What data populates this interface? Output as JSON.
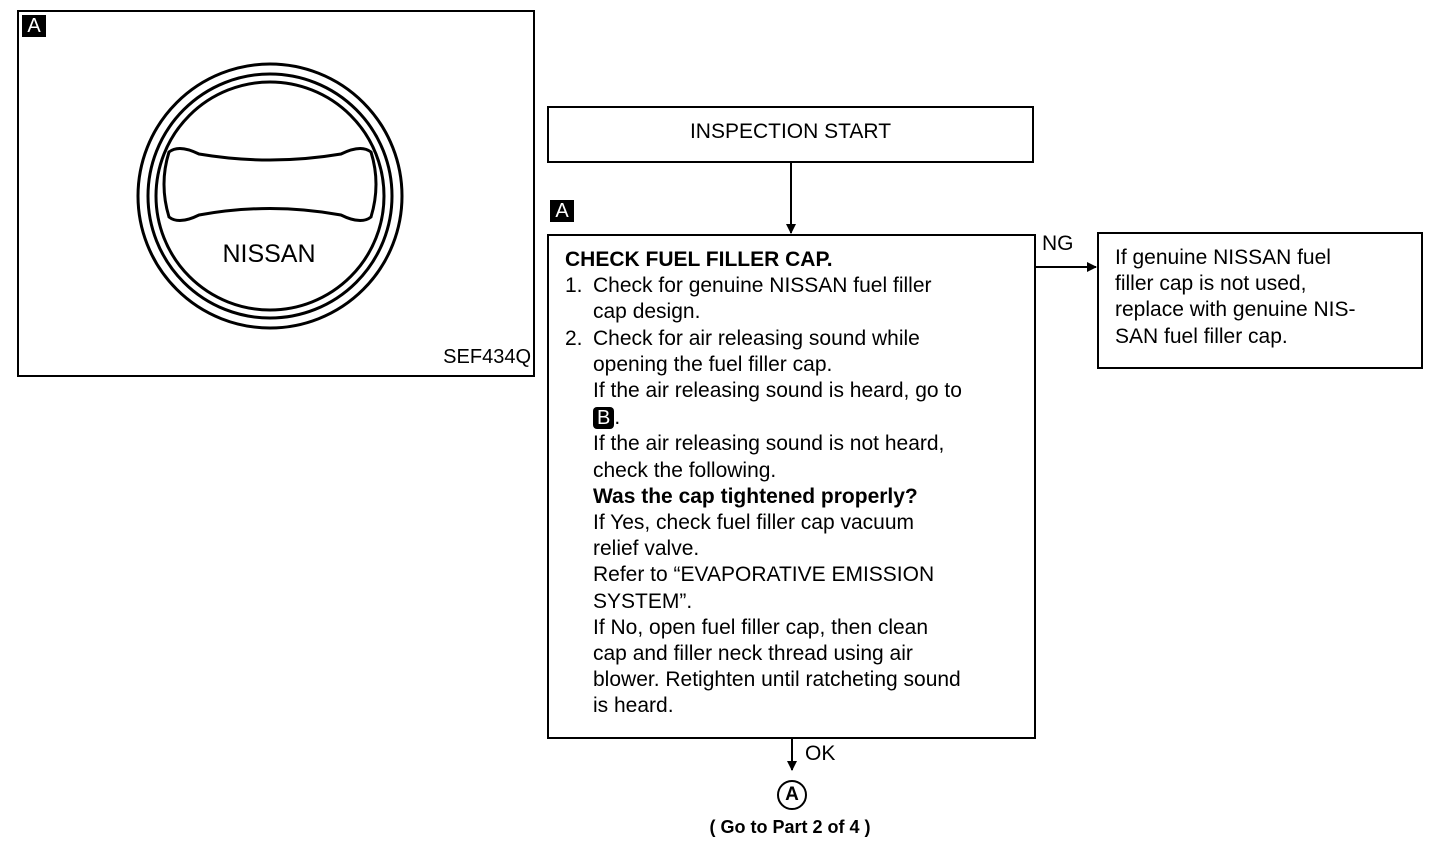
{
  "figure": {
    "tag": "A",
    "brand": "NISSAN",
    "code": "SEF434Q"
  },
  "flow": {
    "start": "INSPECTION START",
    "check_tag": "A",
    "check": {
      "title": "CHECK FUEL FILLER CAP.",
      "step1_num": "1.",
      "step1_line1": "Check for genuine NISSAN fuel filler",
      "step1_line2": "cap design.",
      "step2_num": "2.",
      "step2_line1": "Check for air releasing sound while",
      "step2_line2": "opening the fuel filler cap.",
      "heard_line": "If the air releasing sound is heard, go to",
      "heard_target": "B",
      "heard_period": ".",
      "not_heard_line1": "If the air releasing sound is not heard,",
      "not_heard_line2": "check the following.",
      "question": "Was the cap tightened properly?",
      "yes_line1": "If Yes, check fuel filler cap vacuum",
      "yes_line2": "relief valve.",
      "refer_line1": "Refer to “EVAPORATIVE EMISSION",
      "refer_line2": "SYSTEM”.",
      "no_line1": "If No, open fuel filler cap, then clean",
      "no_line2": "cap and filler neck thread using air",
      "no_line3": "blower. Retighten until ratcheting sound",
      "no_line4": "is heard."
    },
    "ng_label": "NG",
    "ng_result": {
      "line1": "If genuine NISSAN fuel",
      "line2": "filler cap is not used,",
      "line3": "replace with genuine NIS-",
      "line4": "SAN fuel filler cap."
    },
    "ok_label": "OK",
    "connector": "A",
    "goto": "( Go to Part 2 of 4 )"
  }
}
